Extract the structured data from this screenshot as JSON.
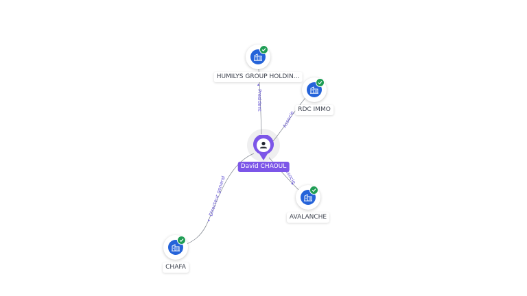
{
  "center": {
    "name": "David CHAOUL",
    "icon": "person-icon",
    "color": "#7c56e8"
  },
  "companies": [
    {
      "id": "humilys",
      "name": "HUMILYS GROUP HOLDIN...",
      "icon": "building-icon",
      "verified": true,
      "role": "President"
    },
    {
      "id": "rdc",
      "name": "RDC IMMO",
      "icon": "building-icon",
      "verified": true,
      "role": "Associe"
    },
    {
      "id": "avalanche",
      "name": "AVALANCHE",
      "icon": "building-icon",
      "verified": true,
      "role": "Associe"
    },
    {
      "id": "chafa",
      "name": "CHAFA",
      "icon": "building-icon",
      "verified": true,
      "role": "Directeur general"
    }
  ],
  "colors": {
    "company": "#2563d9",
    "verified": "#1f9d55",
    "edge": "#8a8f98",
    "edge_label": "#6b5bd6"
  }
}
